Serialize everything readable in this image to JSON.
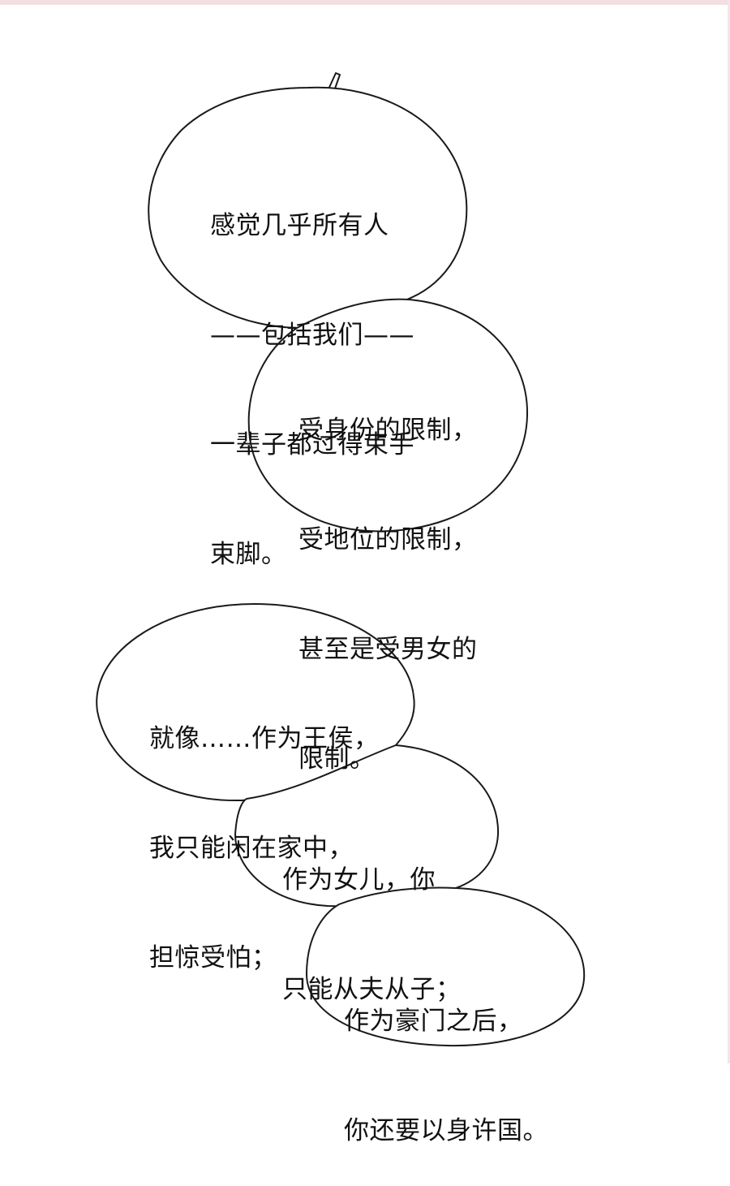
{
  "bubbles": [
    {
      "id": "bubble-1",
      "lines": [
        "感觉几乎所有人",
        "——包括我们——",
        "一辈子都过得束手",
        "束脚。"
      ]
    },
    {
      "id": "bubble-2",
      "lines": [
        "受身份的限制，",
        "受地位的限制，",
        "甚至是受男女的",
        "限制。"
      ]
    },
    {
      "id": "bubble-3",
      "lines": [
        "就像……作为王侯，",
        "我只能闲在家中，",
        "担惊受怕；"
      ]
    },
    {
      "id": "bubble-4",
      "lines": [
        "作为女儿，你",
        "只能从夫从子；"
      ]
    },
    {
      "id": "bubble-5",
      "lines": [
        "作为豪门之后，",
        "你还要以身许国。"
      ]
    }
  ]
}
